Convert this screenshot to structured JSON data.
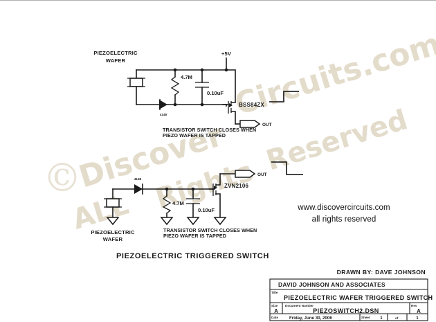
{
  "page": {
    "background": "#ffffff",
    "accent_ink": "#1a1a1a",
    "watermark_color": "#e3dccb"
  },
  "watermark": {
    "copyright_symbol": "©",
    "line1": "Discover",
    "line1b": "Circuits.com",
    "line2": "ALL",
    "line2b": "Rights",
    "line2c": "Reserved"
  },
  "circuit_top": {
    "source_label": "PIEZOELECTRIC",
    "source_label2": "WAFER",
    "supply": "+5V",
    "diode": "4148",
    "resistor": "4.7M",
    "capacitor": "0.10uF",
    "transistor": "BSS84ZX",
    "output": "OUT",
    "note_line1": "TRANSISTOR SWITCH CLOSES WHEN",
    "note_line2": "PIEZO WAFER IS TAPPED"
  },
  "circuit_bottom": {
    "source_label": "PIEZOELECTRIC",
    "source_label2": "WAFER",
    "diode": "4148",
    "resistor": "4.7M",
    "capacitor": "0.10uF",
    "transistor": "ZVN2106",
    "output": "OUT",
    "note_line1": "TRANSISTOR SWITCH CLOSES WHEN",
    "note_line2": "PIEZO WAFER IS TAPPED"
  },
  "diagram_title": "PIEZOELECTRIC TRIGGERED SWITCH",
  "credit": {
    "website": "www.discovercircuits.com",
    "rights": "all rights reserved"
  },
  "drawn_by": "DRAWN BY: DAVE JOHNSON",
  "title_block": {
    "company": "DAVID JOHNSON AND ASSOCIATES",
    "title_field_label": "Title",
    "title": "PIEZOELECTRIC WAFER TRIGGERED SWITCH",
    "size_label": "Size",
    "size_value": "A",
    "docnum_label": "Document Number",
    "docnum_value": "PIEZOSWITCH2.DSN",
    "rev_label": "Rev",
    "rev_value": "A",
    "date_label": "Date",
    "date_value": "Friday, June 30, 2006",
    "sheet_label": "Sheet",
    "sheet_num": "1",
    "sheet_of": "of",
    "sheet_total": "1"
  }
}
